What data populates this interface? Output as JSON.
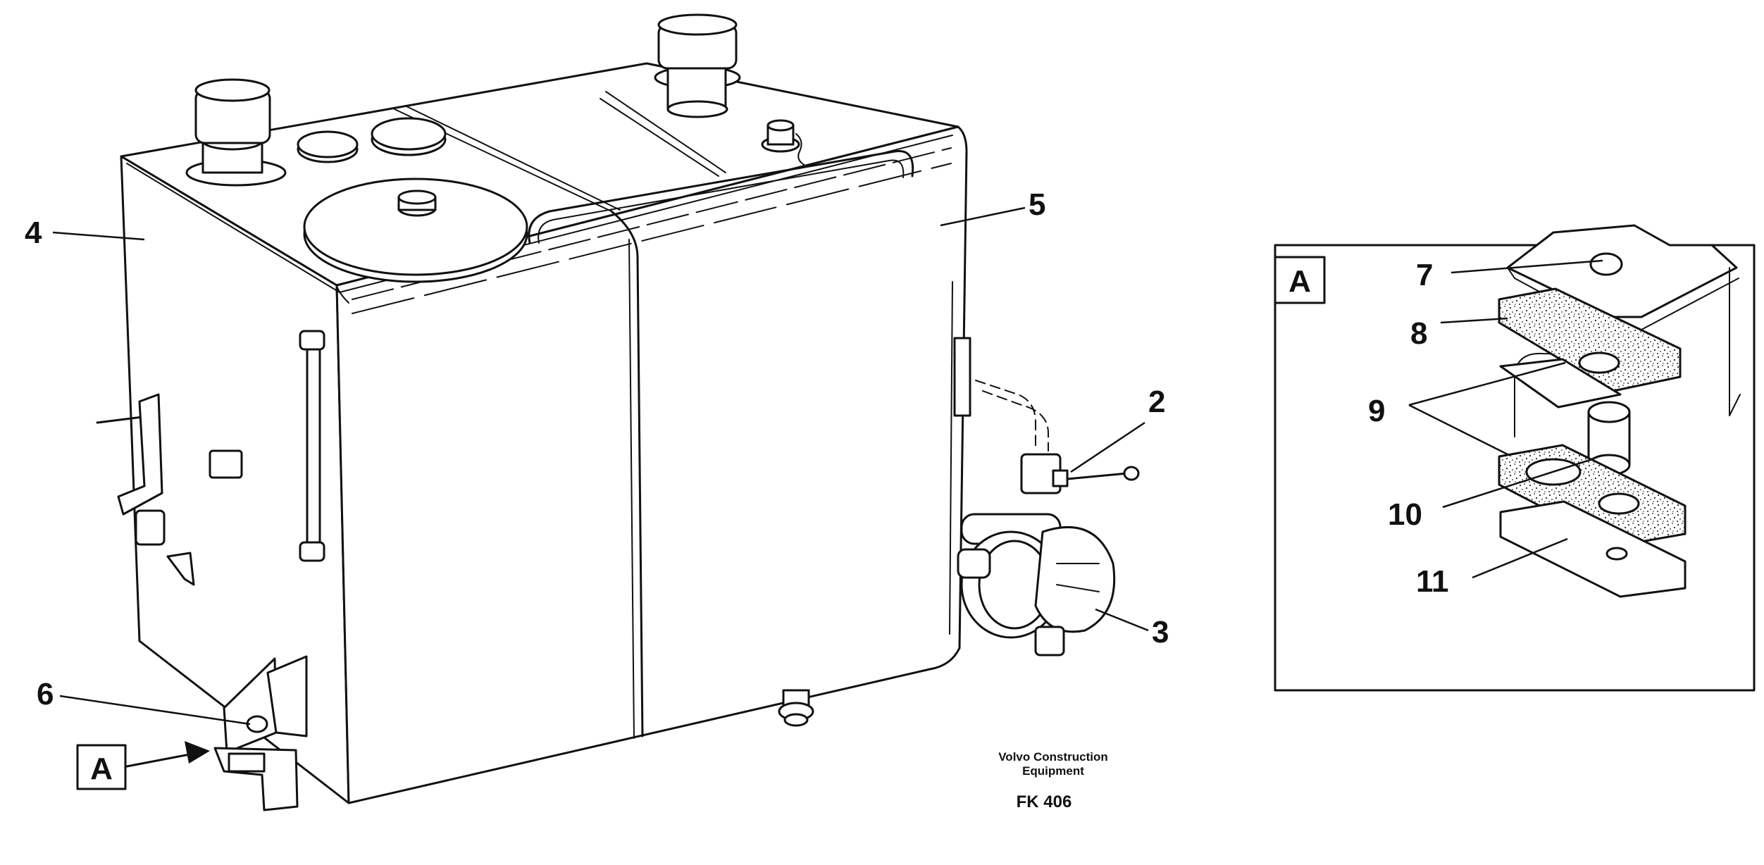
{
  "callouts": {
    "c2": "2",
    "c3": "3",
    "c4": "4",
    "c5": "5",
    "c6": "6",
    "c7": "7",
    "c8": "8",
    "c9": "9",
    "c10": "10",
    "c11": "11"
  },
  "view_marker": "A",
  "inset_label": "A",
  "caption": {
    "line1": "Volvo Construction",
    "line2": "Equipment",
    "code": "FK 406"
  }
}
